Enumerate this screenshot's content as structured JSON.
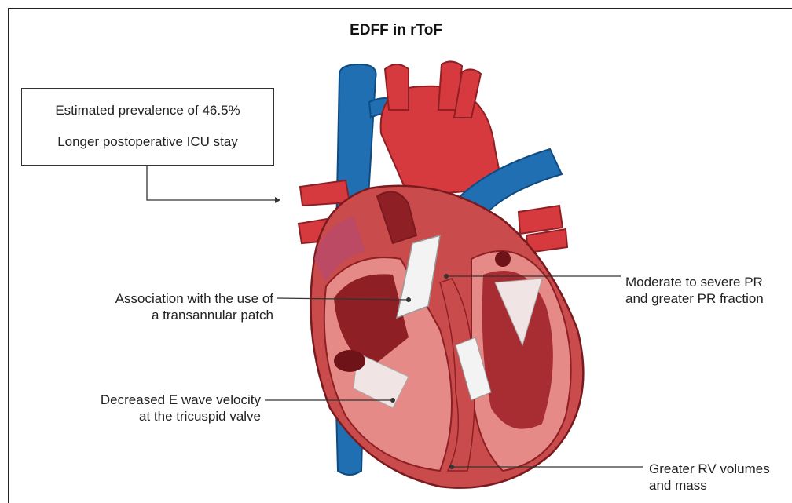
{
  "title": "EDFF in rToF",
  "info_box": {
    "line1": "Estimated prevalence of 46.5%",
    "line2": "Longer postoperative ICU stay"
  },
  "annotations": {
    "transannular": {
      "line1": "Association with the use of",
      "line2": "a transannular patch"
    },
    "e_wave": {
      "line1": "Decreased E wave velocity",
      "line2": "at the tricuspid valve"
    },
    "pr": {
      "line1": "Moderate to severe PR",
      "line2": "and greater PR fraction"
    },
    "rv": {
      "line1": "Greater RV volumes",
      "line2": "and mass"
    }
  },
  "colors": {
    "vein_blue": "#1f6fb2",
    "artery_red": "#d63a3f",
    "muscle": "#c94b4b",
    "chamber_dark": "#8e1f24",
    "endocardium": "#e58a86",
    "patch": "#f3f3f3"
  }
}
